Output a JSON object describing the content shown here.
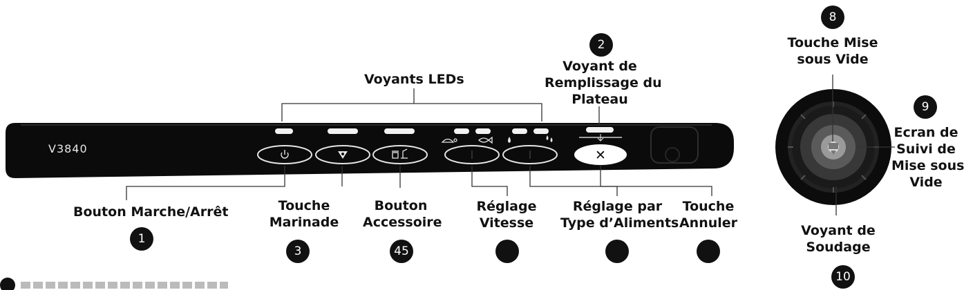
{
  "panel": {
    "model": "V3840",
    "cancel_symbol": "✕",
    "colors": {
      "panel": "#0b0b0b",
      "led": "#f2f2f2",
      "button_outline": "#e6e6e6",
      "cancel_fill": "#ffffff"
    }
  },
  "labels": {
    "leds": "Voyants LEDs",
    "tray_line1": "Voyant de",
    "tray_line2": "Remplissage du",
    "tray_line3": "Plateau",
    "power": "Bouton Marche/Arrêt",
    "marinade_line1": "Touche",
    "marinade_line2": "Marinade",
    "accessory_line1": "Bouton",
    "accessory_line2": "Accessoire",
    "speed_line1": "Réglage",
    "speed_line2": "Vitesse",
    "food_line1": "Réglage par",
    "food_line2": "Type d’Aliments",
    "cancel_line1": "Touche",
    "cancel_line2": "Annuler",
    "vacuum_line1": "Touche Mise",
    "vacuum_line2": "sous Vide",
    "screen_line1": "Ecran de",
    "screen_line2": "Suivi de",
    "screen_line3": "Mise sous",
    "screen_line4": "Vide",
    "seal_line1": "Voyant de",
    "seal_line2": "Soudage"
  },
  "badges": {
    "power": "1",
    "tray": "2",
    "marinade": "3",
    "accessory": "45",
    "speed": "",
    "food": "",
    "cancel": "",
    "vacuum": "8",
    "screen": "9",
    "seal": "10"
  },
  "icons": {
    "power": "power-icon",
    "marinade": "marinade-icon",
    "accessory": "accessory-icon",
    "speed_low": "turtle-icon",
    "speed_high": "fish-icon",
    "food_dry": "drop-icon",
    "food_moist": "drops-icon",
    "cancel": "cancel-icon"
  }
}
